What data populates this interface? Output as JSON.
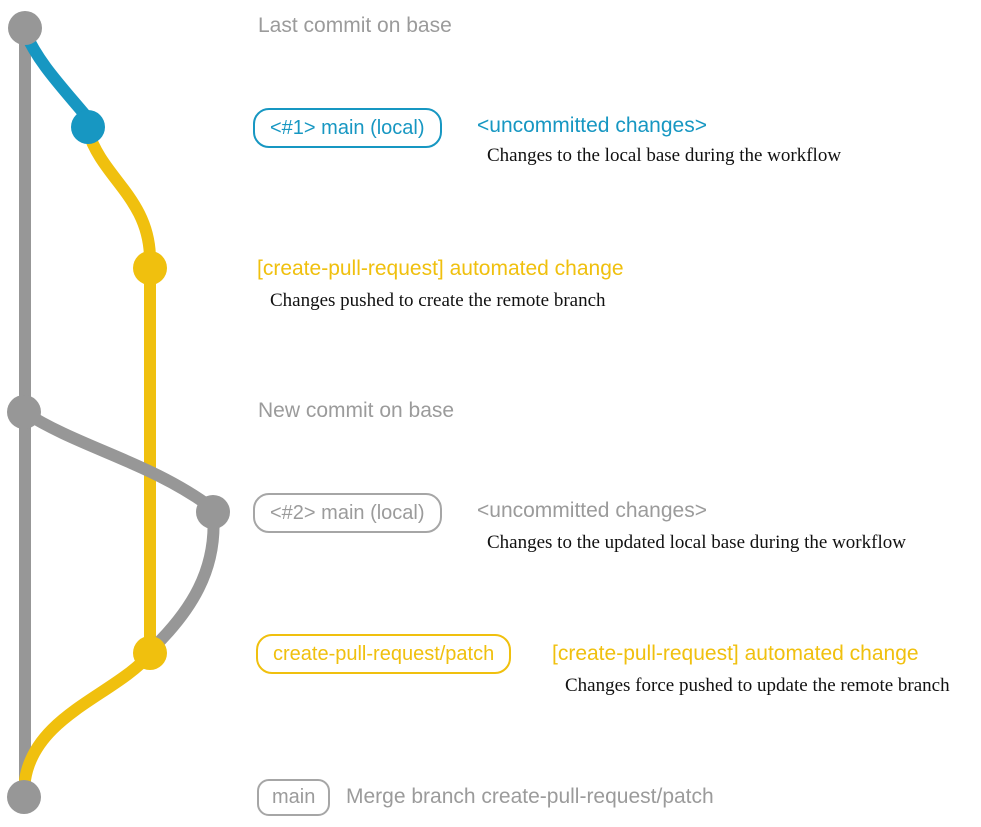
{
  "colors": {
    "gray": "#979797",
    "teal": "#1797c2",
    "yellow": "#f0c00e",
    "description_text": "#111111",
    "muted_text": "#9b9b9b"
  },
  "annotations": {
    "last_commit_on_base": "Last commit on base",
    "branch1_label": "<#1> main (local)",
    "branch1_status": "<uncommitted changes>",
    "branch1_desc": "Changes to the local base during the workflow",
    "automated_change_1": "[create-pull-request] automated change",
    "automated_change_1_desc": "Changes pushed to create the remote branch",
    "new_commit_on_base": "New commit on base",
    "branch2_label": "<#2> main (local)",
    "branch2_status": "<uncommitted changes>",
    "branch2_desc": "Changes to the updated local base during the workflow",
    "patch_branch_label": "create-pull-request/patch",
    "automated_change_2": "[create-pull-request] automated change",
    "automated_change_2_desc": "Changes force pushed to update the remote branch",
    "main_label": "main",
    "merge_commit_message": "Merge branch create-pull-request/patch"
  },
  "graph": {
    "branches": [
      {
        "name": "base",
        "color": "gray"
      },
      {
        "name": "local-main",
        "color": "teal"
      },
      {
        "name": "create-pull-request/patch",
        "color": "yellow"
      }
    ],
    "commits": [
      {
        "id": "last-commit-on-base",
        "color": "gray"
      },
      {
        "id": "uncommitted-changes-1",
        "color": "teal"
      },
      {
        "id": "automated-change-1",
        "color": "yellow"
      },
      {
        "id": "new-commit-on-base",
        "color": "gray"
      },
      {
        "id": "uncommitted-changes-2",
        "color": "gray"
      },
      {
        "id": "automated-change-2",
        "color": "yellow"
      },
      {
        "id": "merge-commit",
        "color": "gray"
      }
    ]
  }
}
